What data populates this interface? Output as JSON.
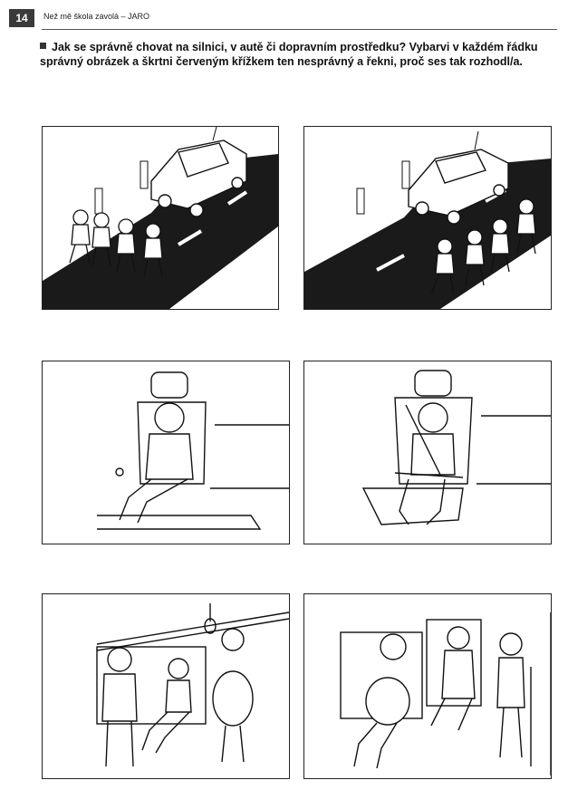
{
  "header": {
    "page_number": "14",
    "running_title": "Než mě škola zavolá – JARO"
  },
  "task": {
    "text": "Jak se správně chovat na silnici, v autě či dopravním prostředku? Vybarvi v každém řádku správný obrázek a škrtni červeným křížkem ten nesprávný a řekni, proč ses tak rozhodl/a."
  },
  "colors": {
    "ink": "#111111",
    "road": "#1a1a1a",
    "badge": "#3a3a3a"
  },
  "panels": [
    {
      "row": 1,
      "col": 1,
      "depicts": "children-on-road-side-near-car"
    },
    {
      "row": 1,
      "col": 2,
      "depicts": "children-crossing-road-ahead-of-car"
    },
    {
      "row": 2,
      "col": 1,
      "depicts": "child-without-seatbelt"
    },
    {
      "row": 2,
      "col": 2,
      "depicts": "child-in-booster-with-seatbelt"
    },
    {
      "row": 3,
      "col": 1,
      "depicts": "boy-sitting-while-elderly-and-pregnant-stand"
    },
    {
      "row": 3,
      "col": 2,
      "depicts": "boy-standing-elderly-and-pregnant-seated"
    }
  ]
}
